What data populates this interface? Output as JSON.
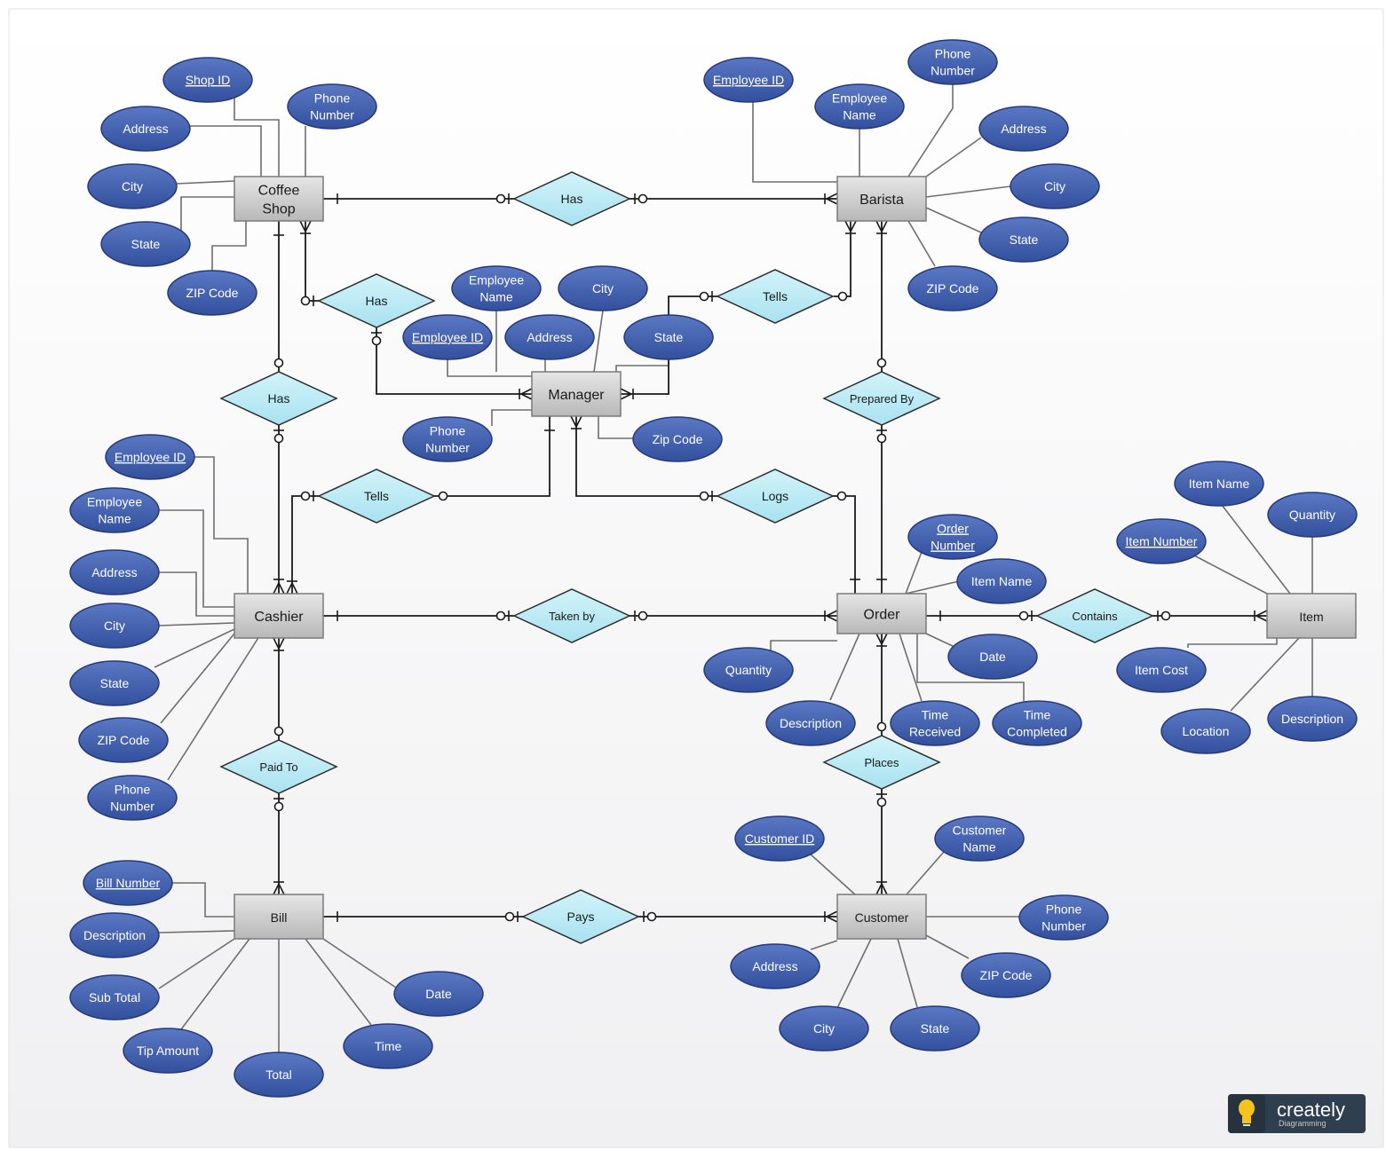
{
  "diagram": {
    "type": "er-diagram",
    "colors": {
      "attribute_fill": "#3F5CAA",
      "attribute_stroke": "#26397A",
      "attribute_text": "#FFFFFF",
      "entity_fill": "#C9C9C9",
      "entity_stroke": "#7A7A7A",
      "relationship_fill": "#BDEBF5",
      "relationship_stroke": "#2B2B2B",
      "connector": "#1A1A1A",
      "attribute_line": "#6E6E6E",
      "background": "#F6F6F6"
    },
    "entities": [
      {
        "id": "coffee_shop",
        "label": [
          "Coffee",
          "Shop"
        ]
      },
      {
        "id": "barista",
        "label": [
          "Barista"
        ]
      },
      {
        "id": "manager",
        "label": [
          "Manager"
        ]
      },
      {
        "id": "cashier",
        "label": [
          "Cashier"
        ]
      },
      {
        "id": "order",
        "label": [
          "Order"
        ]
      },
      {
        "id": "item",
        "label": [
          "Item"
        ]
      },
      {
        "id": "bill",
        "label": [
          "Bill"
        ]
      },
      {
        "id": "customer",
        "label": [
          "Customer"
        ]
      }
    ],
    "relationships": [
      {
        "id": "has_shop_barista",
        "label": "Has"
      },
      {
        "id": "has_shop_manager",
        "label": "Has"
      },
      {
        "id": "has_shop_cashier",
        "label": "Has"
      },
      {
        "id": "tells_manager_barista",
        "label": "Tells"
      },
      {
        "id": "tells_cashier_manager",
        "label": "Tells"
      },
      {
        "id": "logs_manager_order",
        "label": "Logs"
      },
      {
        "id": "prepared_by",
        "label": "Prepared By"
      },
      {
        "id": "taken_by",
        "label": "Taken by"
      },
      {
        "id": "contains",
        "label": "Contains"
      },
      {
        "id": "paid_to",
        "label": "Paid To"
      },
      {
        "id": "places",
        "label": "Places"
      },
      {
        "id": "pays",
        "label": "Pays"
      }
    ],
    "attributes": [
      {
        "id": "cs_shop_id",
        "label": [
          "Shop ID"
        ],
        "key": true
      },
      {
        "id": "cs_address",
        "label": [
          "Address"
        ]
      },
      {
        "id": "cs_phone",
        "label": [
          "Phone",
          "Number"
        ]
      },
      {
        "id": "cs_city",
        "label": [
          "City"
        ]
      },
      {
        "id": "cs_state",
        "label": [
          "State"
        ]
      },
      {
        "id": "cs_zip",
        "label": [
          "ZIP Code"
        ]
      },
      {
        "id": "b_emp_id",
        "label": [
          "Employee ID"
        ],
        "key": true
      },
      {
        "id": "b_emp_name",
        "label": [
          "Employee",
          "Name"
        ]
      },
      {
        "id": "b_phone",
        "label": [
          "Phone",
          "Number"
        ]
      },
      {
        "id": "b_address",
        "label": [
          "Address"
        ]
      },
      {
        "id": "b_city",
        "label": [
          "City"
        ]
      },
      {
        "id": "b_state",
        "label": [
          "State"
        ]
      },
      {
        "id": "b_zip",
        "label": [
          "ZIP Code"
        ]
      },
      {
        "id": "m_emp_name",
        "label": [
          "Employee",
          "Name"
        ]
      },
      {
        "id": "m_city",
        "label": [
          "City"
        ]
      },
      {
        "id": "m_emp_id",
        "label": [
          "Employee ID"
        ],
        "key": true
      },
      {
        "id": "m_address",
        "label": [
          "Address"
        ]
      },
      {
        "id": "m_state",
        "label": [
          "State"
        ]
      },
      {
        "id": "m_phone",
        "label": [
          "Phone",
          "Number"
        ]
      },
      {
        "id": "m_zip",
        "label": [
          "Zip Code"
        ]
      },
      {
        "id": "c_emp_id",
        "label": [
          "Employee ID"
        ],
        "key": true
      },
      {
        "id": "c_emp_name",
        "label": [
          "Employee",
          "Name"
        ]
      },
      {
        "id": "c_address",
        "label": [
          "Address"
        ]
      },
      {
        "id": "c_city",
        "label": [
          "City"
        ]
      },
      {
        "id": "c_state",
        "label": [
          "State"
        ]
      },
      {
        "id": "c_zip",
        "label": [
          "ZIP Code"
        ]
      },
      {
        "id": "c_phone",
        "label": [
          "Phone",
          "Number"
        ]
      },
      {
        "id": "o_order_number",
        "label": [
          "Order",
          "Number"
        ],
        "key": true
      },
      {
        "id": "o_item_name",
        "label": [
          "Item Name"
        ]
      },
      {
        "id": "o_quantity",
        "label": [
          "Quantity"
        ]
      },
      {
        "id": "o_date",
        "label": [
          "Date"
        ]
      },
      {
        "id": "o_description",
        "label": [
          "Description"
        ]
      },
      {
        "id": "o_time_received",
        "label": [
          "Time",
          "Received"
        ]
      },
      {
        "id": "o_time_completed",
        "label": [
          "Time",
          "Completed"
        ]
      },
      {
        "id": "i_item_name",
        "label": [
          "Item Name"
        ]
      },
      {
        "id": "i_quantity",
        "label": [
          "Quantity"
        ]
      },
      {
        "id": "i_item_number",
        "label": [
          "Item Number"
        ],
        "key": true
      },
      {
        "id": "i_item_cost",
        "label": [
          "Item Cost"
        ]
      },
      {
        "id": "i_location",
        "label": [
          "Location"
        ]
      },
      {
        "id": "i_description",
        "label": [
          "Description"
        ]
      },
      {
        "id": "bl_bill_number",
        "label": [
          "Bill Number"
        ],
        "key": true
      },
      {
        "id": "bl_description",
        "label": [
          "Description"
        ]
      },
      {
        "id": "bl_sub_total",
        "label": [
          "Sub Total"
        ]
      },
      {
        "id": "bl_tip_amount",
        "label": [
          "Tip Amount"
        ]
      },
      {
        "id": "bl_total",
        "label": [
          "Total"
        ]
      },
      {
        "id": "bl_time",
        "label": [
          "Time"
        ]
      },
      {
        "id": "bl_date",
        "label": [
          "Date"
        ]
      },
      {
        "id": "cu_customer_id",
        "label": [
          "Customer ID"
        ],
        "key": true
      },
      {
        "id": "cu_customer_name",
        "label": [
          "Customer",
          "Name"
        ]
      },
      {
        "id": "cu_phone",
        "label": [
          "Phone",
          "Number"
        ]
      },
      {
        "id": "cu_zip",
        "label": [
          "ZIP Code"
        ]
      },
      {
        "id": "cu_address",
        "label": [
          "Address"
        ]
      },
      {
        "id": "cu_city",
        "label": [
          "City"
        ]
      },
      {
        "id": "cu_state",
        "label": [
          "State"
        ]
      }
    ]
  },
  "watermark": {
    "brand": "creately",
    "sub": "Diagramming",
    "bulb_icon": "lightbulb-icon"
  }
}
